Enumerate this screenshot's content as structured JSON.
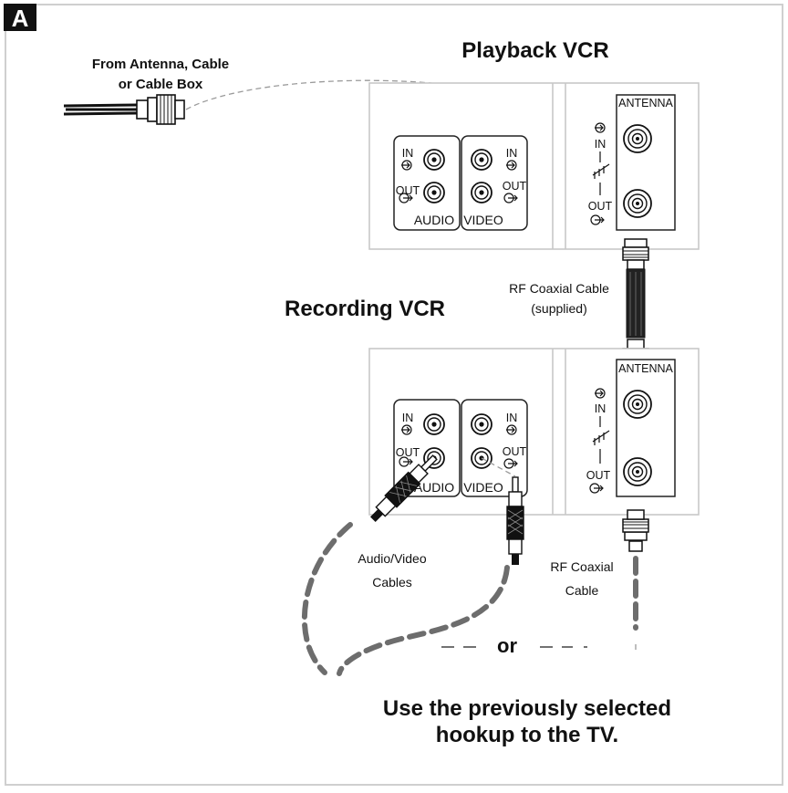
{
  "corner_badge": "A",
  "source": {
    "line1": "From Antenna, Cable",
    "line2": "or Cable Box"
  },
  "playback": {
    "title": "Playback VCR",
    "in_label": "IN",
    "out_label": "OUT",
    "audio_label": "AUDIO",
    "video_label": "VIDEO",
    "antenna_label": "ANTENNA",
    "ant_in_label": "IN",
    "ant_out_label": "OUT"
  },
  "rf_supplied": {
    "line1": "RF Coaxial Cable",
    "line2": "(supplied)"
  },
  "recording": {
    "title": "Recording VCR",
    "in_label": "IN",
    "out_label": "OUT",
    "audio_label": "AUDIO",
    "video_label": "VIDEO",
    "antenna_label": "ANTENNA",
    "ant_in_label": "IN",
    "ant_out_label": "OUT"
  },
  "av_cables": {
    "line1": "Audio/Video",
    "line2": "Cables"
  },
  "rf_out": {
    "line1": "RF Coaxial",
    "line2": "Cable"
  },
  "or_label": "or",
  "instruction": {
    "line1": "Use the previously selected",
    "line2": "hookup to the TV."
  },
  "icons": [
    "antenna-connector-icon",
    "coaxial-plug-icon",
    "rca-plug-icon",
    "jack-icon",
    "input-arrow-icon",
    "output-arrow-icon",
    "splitter-symbol-icon"
  ],
  "colors": {
    "background": "#ffffff",
    "ink": "#111111",
    "panel_border": "#c8c8c8",
    "dashed_cable": "#6d6d6d"
  }
}
